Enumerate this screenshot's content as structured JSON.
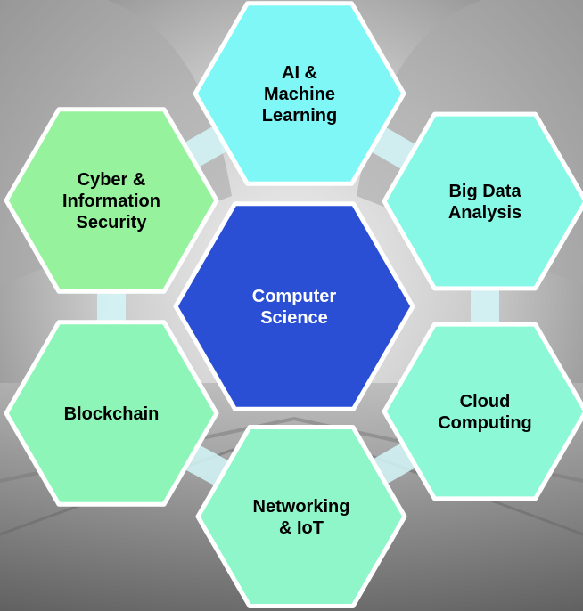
{
  "center": {
    "lines": [
      "Computer",
      "Science"
    ],
    "fill": "#2a4fd4",
    "text_color": "#ffffff"
  },
  "topics": [
    {
      "id": "ai",
      "lines": [
        "AI &",
        "Machine",
        "Learning"
      ],
      "fill": "#80f7f7"
    },
    {
      "id": "bigdata",
      "lines": [
        "Big Data",
        "Analysis"
      ],
      "fill": "#88f8e6"
    },
    {
      "id": "cloud",
      "lines": [
        "Cloud",
        "Computing"
      ],
      "fill": "#8cf8d6"
    },
    {
      "id": "networking",
      "lines": [
        "Networking",
        "& IoT"
      ],
      "fill": "#8ef6c8"
    },
    {
      "id": "blockchain",
      "lines": [
        "Blockchain"
      ],
      "fill": "#8ef5b8"
    },
    {
      "id": "cyber",
      "lines": [
        "Cyber &",
        "Information",
        "Security"
      ],
      "fill": "#96f29c"
    }
  ],
  "colors": {
    "outline": "#ffffff",
    "label_text": "#000000",
    "connector": "#d4f6f8"
  }
}
